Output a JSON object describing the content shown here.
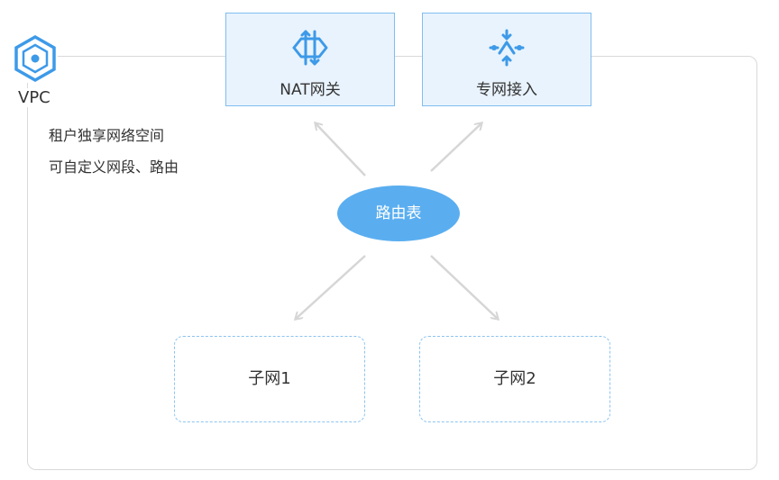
{
  "vpc": {
    "label": "VPC",
    "icon": "hexagon-cloud-icon",
    "description": [
      "租户独享网络空间",
      "可自定义网段、路由"
    ]
  },
  "gateways": [
    {
      "label": "NAT网关",
      "icon": "nat-gateway-icon"
    },
    {
      "label": "专网接入",
      "icon": "private-network-icon"
    }
  ],
  "route_table": {
    "label": "路由表"
  },
  "subnets": [
    {
      "label": "子网1"
    },
    {
      "label": "子网2"
    }
  ],
  "colors": {
    "accent": "#5aaef0",
    "box_fill": "#e9f3fd",
    "box_border": "#7fbdf0",
    "frame_border": "#d9d9d9",
    "arrow": "#d6d6d6"
  }
}
